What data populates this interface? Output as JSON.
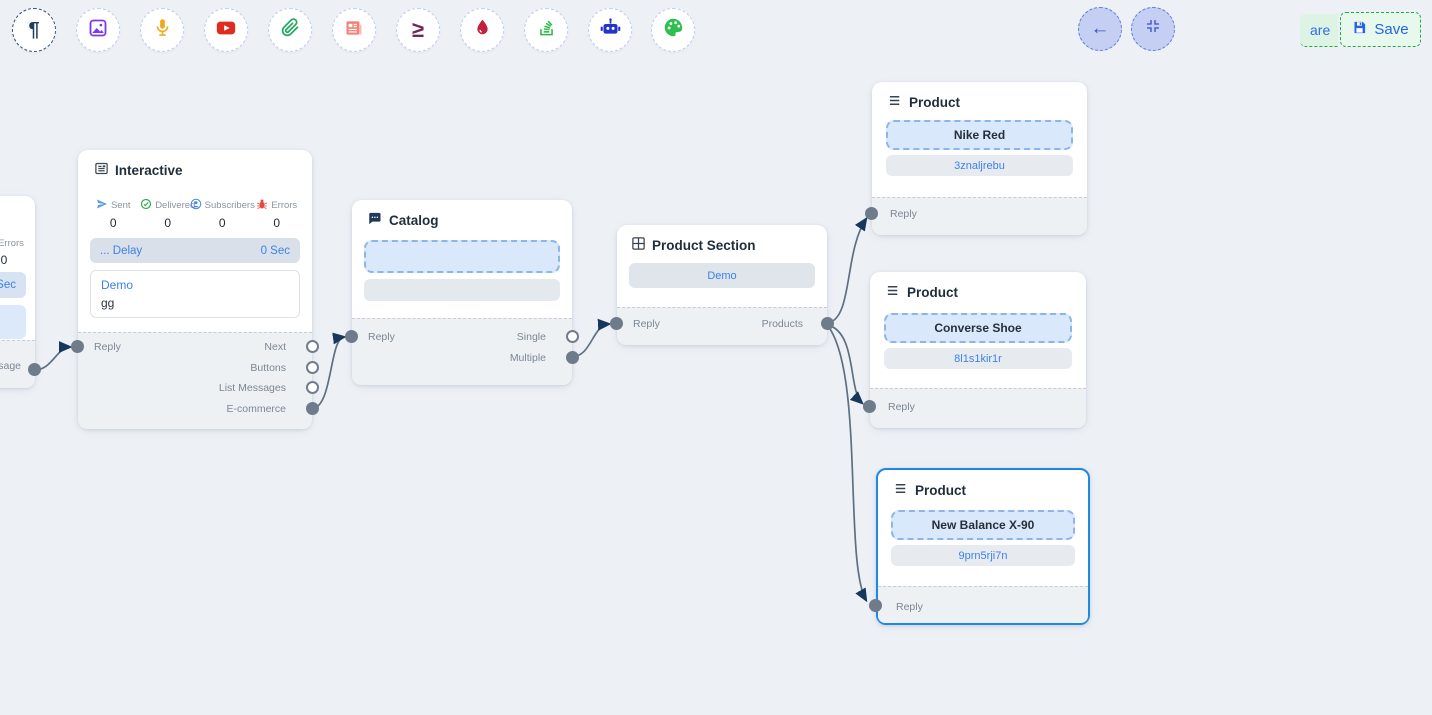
{
  "toolbar": {
    "items": [
      "text",
      "image",
      "audio",
      "video",
      "file",
      "template",
      "sequence",
      "drip",
      "stack",
      "bot",
      "theme"
    ]
  },
  "topbar": {
    "back_icon": "left-arrow-icon",
    "fit_view_icon": "compress-icon",
    "share_partial_label": "are",
    "save_label": "Save"
  },
  "nodes": {
    "message_partial": {
      "errors_label": "Errors",
      "errors_value": "0",
      "delay_value_partial": "Sec",
      "output_label_partial": "essage"
    },
    "interactive": {
      "title": "Interactive",
      "stats": [
        {
          "icon": "send-icon",
          "label": "Sent",
          "value": "0"
        },
        {
          "icon": "delivered-icon",
          "label": "Delivered",
          "value": "0"
        },
        {
          "icon": "subscribers-icon",
          "label": "Subscribers",
          "value": "0"
        },
        {
          "icon": "errors-icon",
          "label": "Errors",
          "value": "0"
        }
      ],
      "delay_label": "... Delay",
      "delay_value": "0 Sec",
      "message_title": "Demo",
      "message_body": "gg",
      "input_label": "Reply",
      "outputs": [
        {
          "label": "Next",
          "connected": false
        },
        {
          "label": "Buttons",
          "connected": false
        },
        {
          "label": "List Messages",
          "connected": false
        },
        {
          "label": "E-commerce",
          "connected": true
        }
      ]
    },
    "catalog": {
      "title": "Catalog",
      "input_label": "Reply",
      "outputs": [
        {
          "label": "Single",
          "connected": false
        },
        {
          "label": "Multiple",
          "connected": true
        }
      ]
    },
    "product_section": {
      "title": "Product Section",
      "body": "Demo",
      "input_label": "Reply",
      "output_label": "Products"
    },
    "products": [
      {
        "title": "Product",
        "name": "Nike Red",
        "retailer_id": "3znaljrebu",
        "input_label": "Reply",
        "selected": false
      },
      {
        "title": "Product",
        "name": "Converse Shoe",
        "retailer_id": "8l1s1kir1r",
        "input_label": "Reply",
        "selected": false
      },
      {
        "title": "Product",
        "name": "New Balance X-90",
        "retailer_id": "9prn5rji7n",
        "input_label": "Reply",
        "selected": true
      }
    ]
  },
  "colors": {
    "accent_blue": "#2f80ed",
    "edge": "#5d7082",
    "arrowhead": "#17375c",
    "save_green": "#28a745",
    "selected_border": "#1e88e5",
    "canvas_bg": "#edf1f6"
  }
}
